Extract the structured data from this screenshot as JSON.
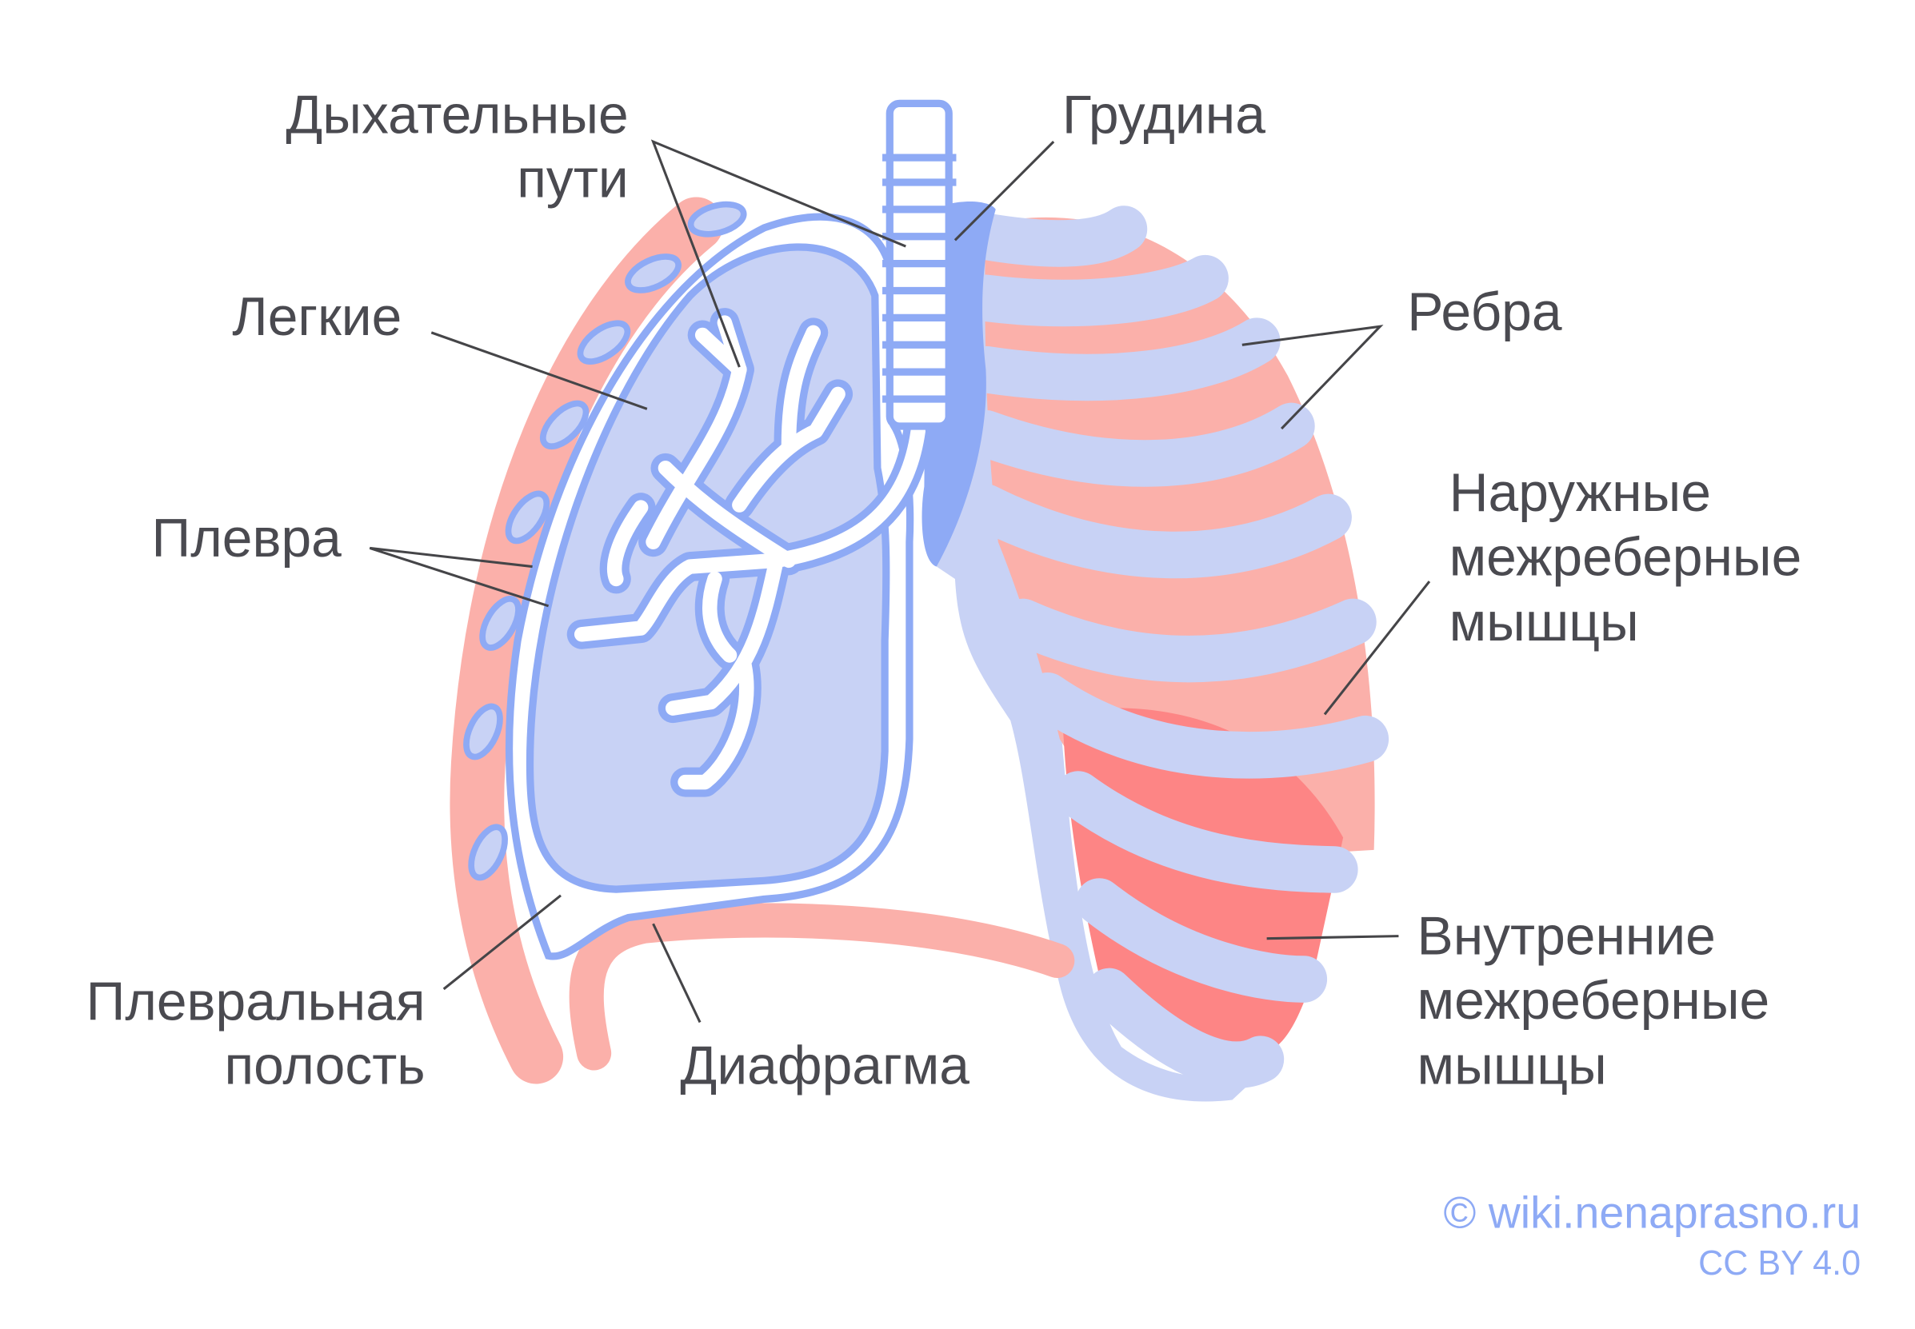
{
  "labels": {
    "airways": [
      "Дыхательные",
      "пути"
    ],
    "sternum": "Грудина",
    "lungs": "Легкие",
    "ribs": "Ребра",
    "external_intercostal": [
      "Наружные",
      "межреберные",
      "мышцы"
    ],
    "pleura": "Плевра",
    "internal_intercostal": [
      "Внутренние",
      "межреберные",
      "мышцы"
    ],
    "pleural_cavity": [
      "Плевральная",
      "полость"
    ],
    "diaphragm": "Диафрагма"
  },
  "watermark": {
    "site": "© wiki.nenaprasno.ru",
    "license": "CC BY 4.0"
  },
  "colors": {
    "muscle_pink": "#fbb0aa",
    "inner_muscle": "#fd8585",
    "tissue_light_blue": "#c8d2f5",
    "outline_blue": "#8eaaf5",
    "text": "#4a4a50"
  }
}
